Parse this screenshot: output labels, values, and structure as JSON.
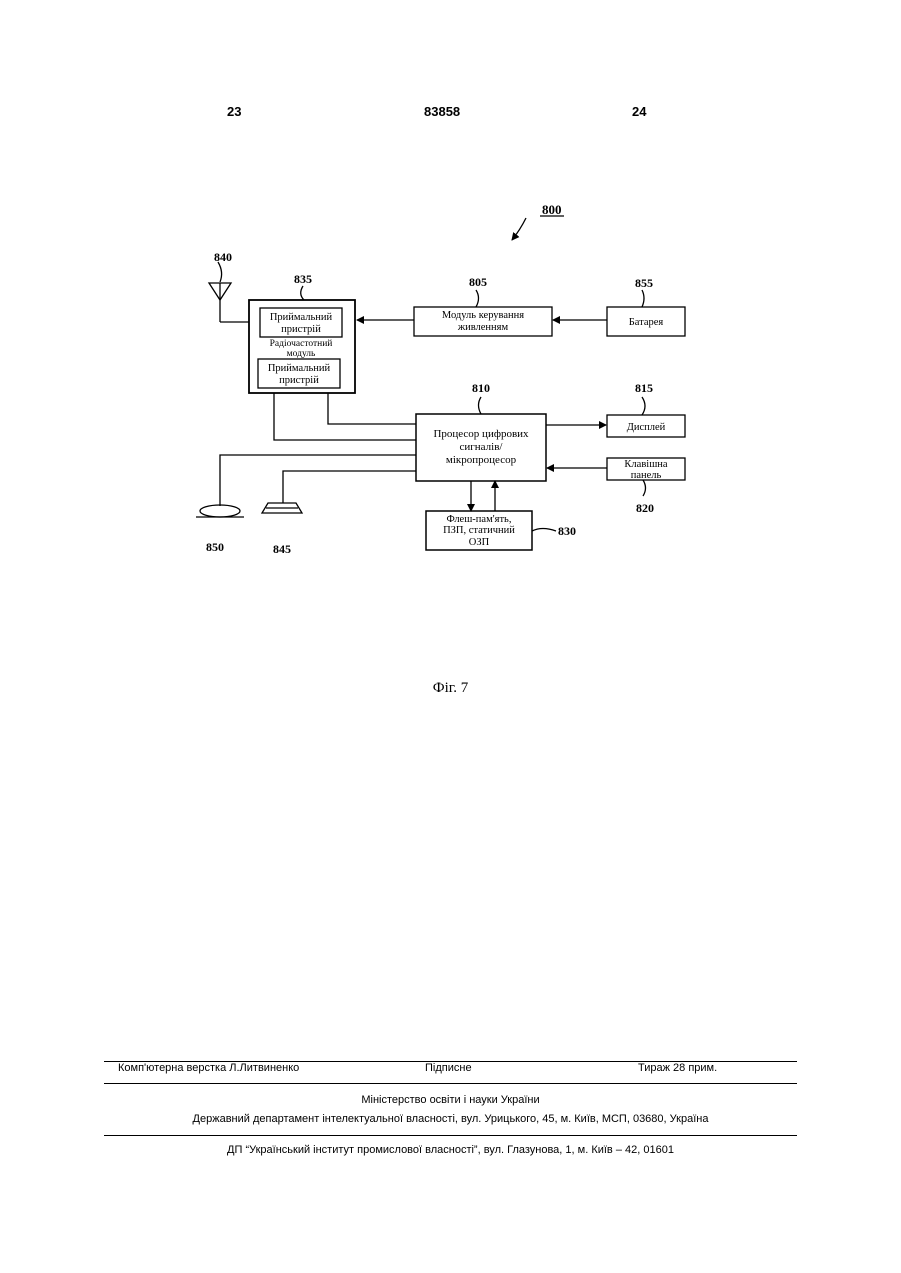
{
  "header": {
    "left_page": "23",
    "patent_number": "83858",
    "right_page": "24"
  },
  "figure": {
    "caption": "Фіг. 7",
    "refs": {
      "r800": "800",
      "r840": "840",
      "r835": "835",
      "r805": "805",
      "r855": "855",
      "r810": "810",
      "r815": "815",
      "r820": "820",
      "r830": "830",
      "r850": "850",
      "r845": "845"
    },
    "blocks": {
      "receiver_top": [
        "Приймальний",
        "пристрій"
      ],
      "rf_module": [
        "Радіочастотний",
        "модуль"
      ],
      "receiver_bottom": [
        "Приймальний",
        "пристрій"
      ],
      "power_module": [
        "Модуль керування",
        "живленням"
      ],
      "battery": "Батарея",
      "dsp": [
        "Процесор цифрових",
        "сигналів/",
        "мікропроцесор"
      ],
      "display": "Дисплей",
      "keypad": [
        "Клавішна",
        "панель"
      ],
      "memory": [
        "Флеш-пам'ять,",
        "ПЗП, статичний",
        "ОЗП"
      ]
    }
  },
  "footer": {
    "layout": "Комп'ютерна верстка Л.Литвиненко",
    "signed": "Підписне",
    "circulation": "Тираж 28 прим.",
    "ministry": "Міністерство освіти і науки України",
    "department": "Державний департамент інтелектуальної власності, вул. Урицького, 45, м. Київ, МСП, 03680, Україна",
    "institute": "ДП “Український інститут промислової власності”, вул. Глазунова, 1, м. Київ – 42, 01601"
  }
}
